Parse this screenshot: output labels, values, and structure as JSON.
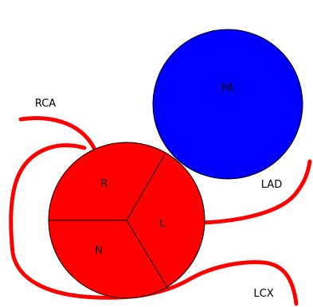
{
  "colors": {
    "background": "#ffffff",
    "aorta_fill": "#ff0000",
    "pa_fill": "#0000ff",
    "vessel_stroke": "#ff0000",
    "outline": "#000000"
  },
  "labels": {
    "pa": "PA",
    "rca": "RCA",
    "lad": "LAD",
    "lcx": "LCX",
    "cusp_r": "R",
    "cusp_l": "L",
    "cusp_n": "N"
  }
}
